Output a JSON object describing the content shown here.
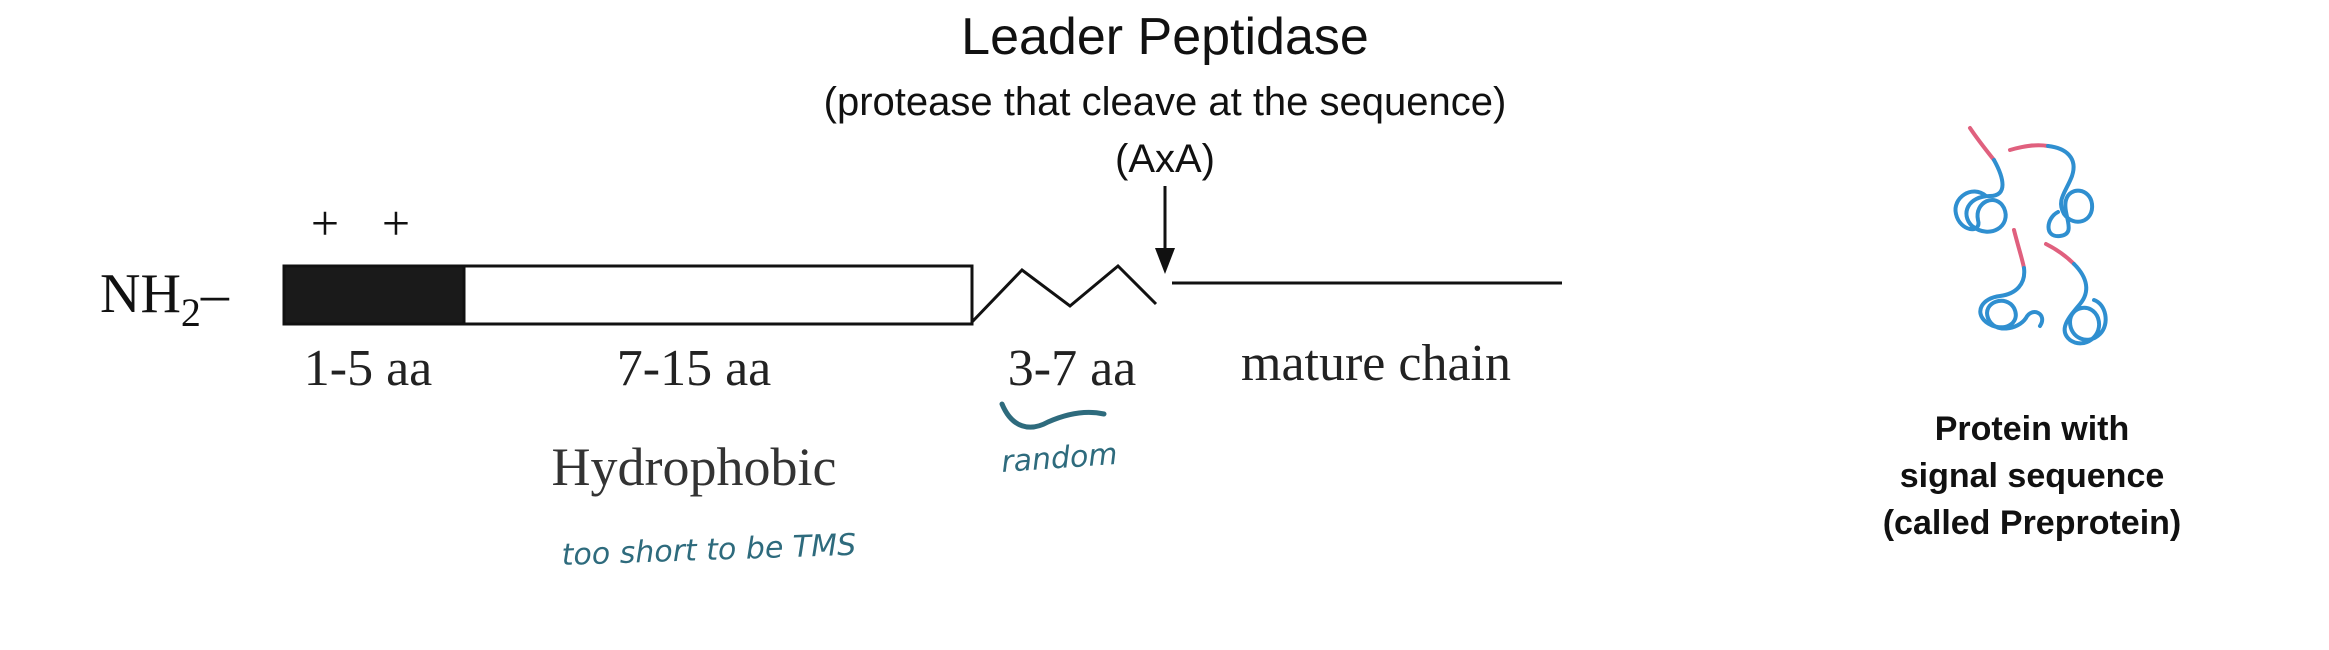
{
  "header": {
    "title": "Leader Peptidase",
    "subtitle": "(protease that cleave at the sequence)",
    "motif": "(AxA)"
  },
  "signal_sequence": {
    "n_terminus": "NH",
    "n_terminus_subscript": "2",
    "n_terminus_bond": "–",
    "charges": [
      "+",
      "+"
    ],
    "segments": [
      {
        "label": "1-5 aa"
      },
      {
        "label": "7-15 aa"
      },
      {
        "label": "3-7 aa"
      },
      {
        "label": "mature chain"
      }
    ],
    "hydrophobic_label": "Hydrophobic"
  },
  "annotations": {
    "random": "random",
    "too_short": "too short to be TMS"
  },
  "preprotein": {
    "caption_lines": [
      "Protein with",
      "signal sequence",
      "(called Preprotein)"
    ]
  },
  "colors": {
    "text": "#111111",
    "n_region_fill": "#1a1a1a",
    "handwriting": "#2e6b7d",
    "protein_chain": "#2f8fd0",
    "signal_peptide": "#e0607e"
  }
}
